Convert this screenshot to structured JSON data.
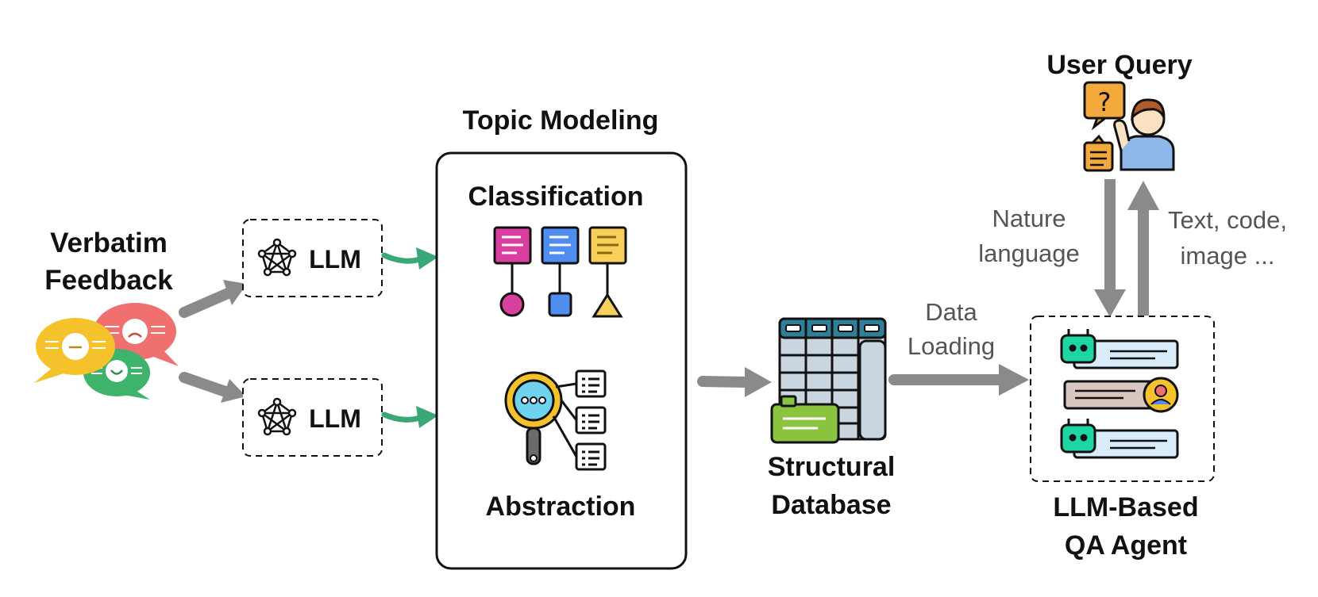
{
  "diagram": {
    "feedback": {
      "line1": "Verbatim",
      "line2": "Feedback"
    },
    "llm_top": {
      "label": "LLM"
    },
    "llm_bottom": {
      "label": "LLM"
    },
    "topic_modeling": {
      "title": "Topic Modeling",
      "classification": "Classification",
      "abstraction": "Abstraction"
    },
    "database": {
      "line1": "Structural",
      "line2": "Database"
    },
    "data_loading": {
      "line1": "Data",
      "line2": "Loading"
    },
    "user_query": {
      "title": "User Query"
    },
    "nature_language": {
      "line1": "Nature",
      "line2": "language"
    },
    "output_types": {
      "line1": "Text, code,",
      "line2": "image ..."
    },
    "qa_agent": {
      "line1": "LLM-Based",
      "line2": "QA Agent"
    }
  },
  "colors": {
    "arrow_gray": "#8a8a8a",
    "arrow_green": "#3aa876",
    "card_magenta": "#d93fa0",
    "card_blue": "#4f8ef0",
    "card_yellow": "#f7cf5a",
    "bubble_yellow": "#f6c22c",
    "bubble_red": "#f07070",
    "bubble_green": "#3db36b",
    "db_teal": "#2e7f97",
    "db_cell": "#c9d5df",
    "db_green": "#8ac33e",
    "bot_teal": "#1ed6a4",
    "note_orange": "#f3a93c",
    "person_blue": "#8fb8ea"
  },
  "icons": [
    "chat-bubbles-icon",
    "network-icon",
    "classification-cards-icon",
    "magnifier-icon",
    "document-icon",
    "database-icon",
    "user-question-icon",
    "chatbot-icon"
  ]
}
